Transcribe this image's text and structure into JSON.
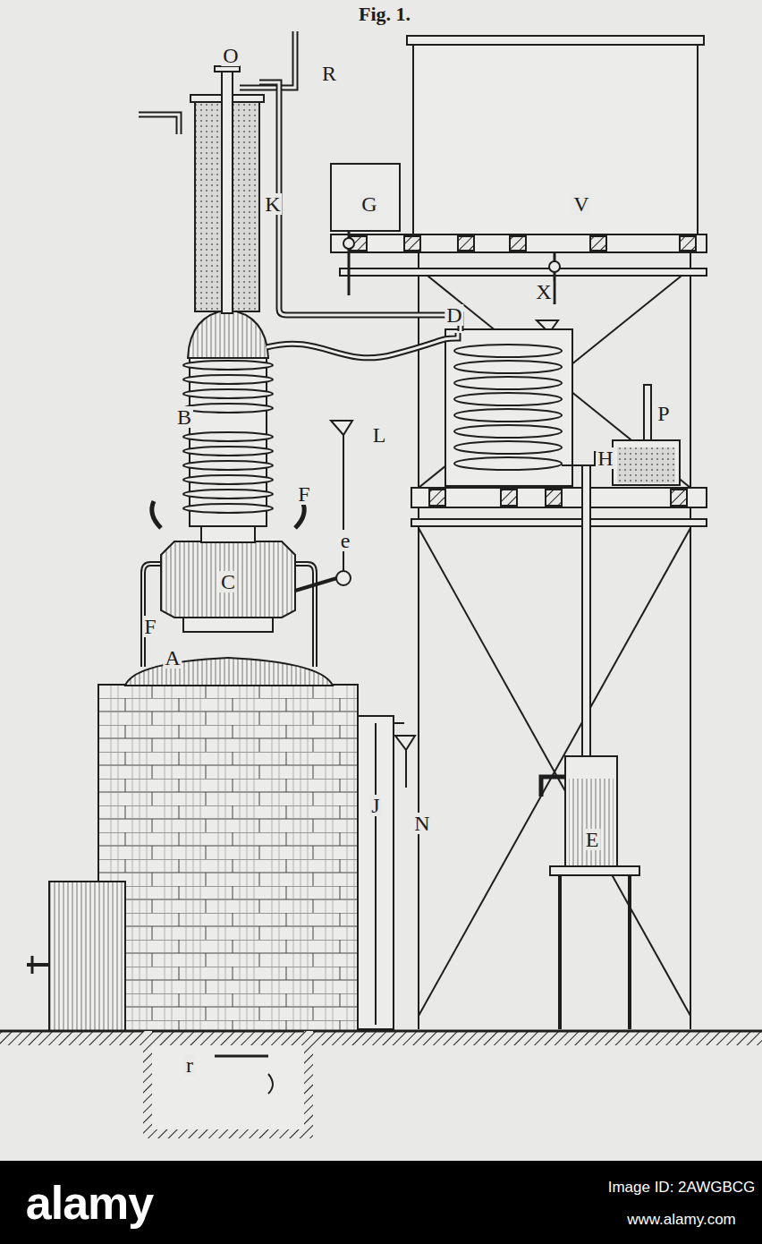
{
  "diagram": {
    "title": "Fig. 1.",
    "labels": [
      "O",
      "R",
      "K",
      "G",
      "V",
      "X",
      "D",
      "P",
      "H",
      "B",
      "L",
      "F",
      "e",
      "F",
      "C",
      "A",
      "J",
      "N",
      "E",
      "r",
      "alamy",
      "Image ID: 2AWGBCG",
      "www.alamy.com"
    ]
  }
}
